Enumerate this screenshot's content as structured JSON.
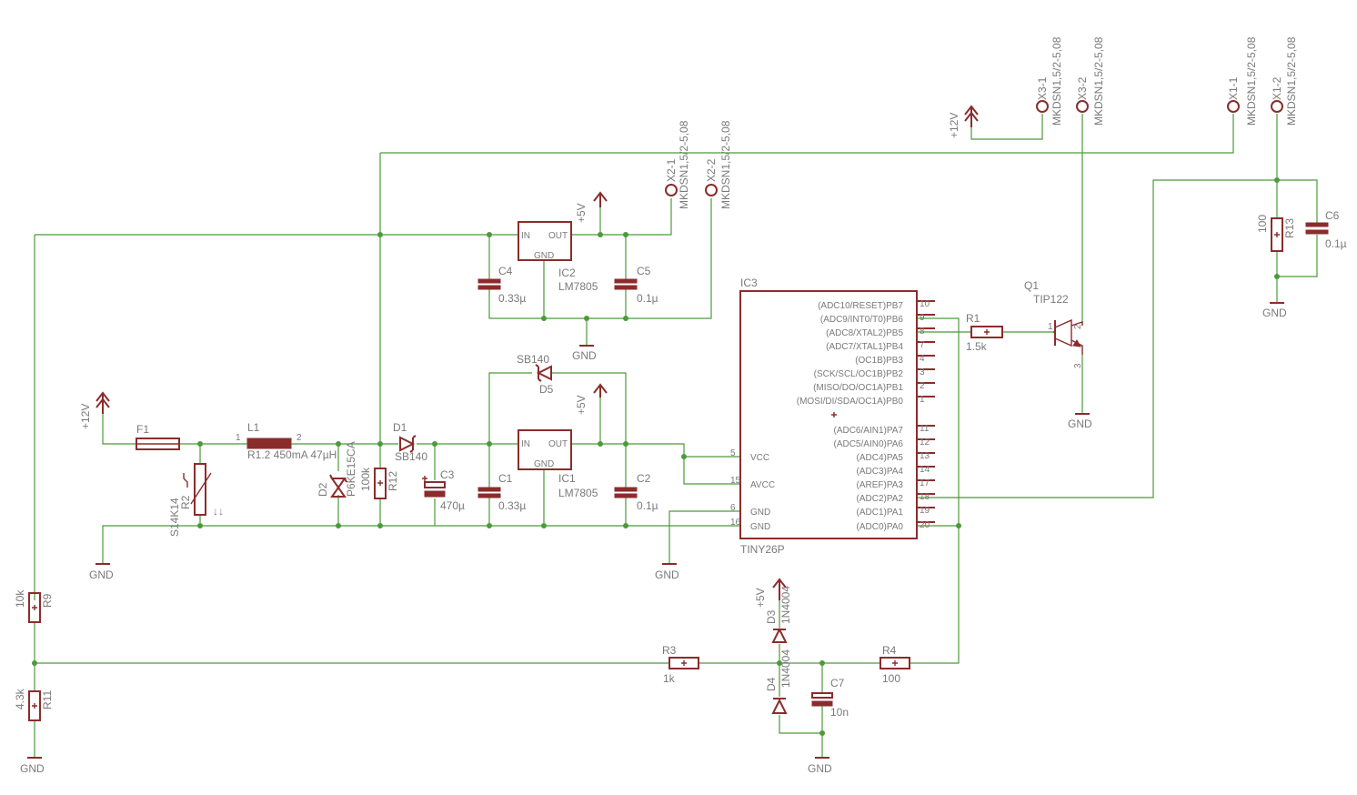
{
  "colors": {
    "wire": "#4c9a3a",
    "symbol": "#8b2c2c",
    "text": "#7a7a7a",
    "background": "#ffffff"
  },
  "connectors": {
    "x3_1": {
      "name": "X3-1",
      "value": "MKDSN1,5/2-5,08"
    },
    "x3_2": {
      "name": "X3-2",
      "value": "MKDSN1,5/2-5,08"
    },
    "x1_1": {
      "name": "X1-1",
      "value": "MKDSN1,5/2-5,08"
    },
    "x1_2": {
      "name": "X1-2",
      "value": "MKDSN1,5/2-5,08"
    },
    "x2_1": {
      "name": "X2-1",
      "value": "MKDSN1,5/2-5,08"
    },
    "x2_2": {
      "name": "X2-2",
      "value": "MKDSN1,5/2-5,08"
    }
  },
  "supplies": {
    "p12": "+12V",
    "p5": "+5V",
    "gnd": "GND"
  },
  "regulators": {
    "ic2": {
      "name": "IC2",
      "value": "LM7805"
    },
    "ic1": {
      "name": "IC1",
      "value": "LM7805"
    },
    "pins": {
      "in": "IN",
      "out": "OUT",
      "gnd": "GND"
    }
  },
  "mcu": {
    "name": "IC3",
    "value": "TINY26P",
    "pins_right": [
      {
        "label": "(ADC10/RESET)PB7",
        "num": "10"
      },
      {
        "label": "(ADC9/INT0/T0)PB6",
        "num": "9"
      },
      {
        "label": "(ADC8/XTAL2)PB5",
        "num": "8"
      },
      {
        "label": "(ADC7/XTAL1)PB4",
        "num": "7"
      },
      {
        "label": "(OC1B)PB3",
        "num": "4"
      },
      {
        "label": "(SCK/SCL/OC1B)PB2",
        "num": "3"
      },
      {
        "label": "(MISO/DO/OC1A)PB1",
        "num": "2"
      },
      {
        "label": "(MOSI/DI/SDA/OC1A)PB0",
        "num": "1"
      },
      {
        "label": "(ADC6/AIN1)PA7",
        "num": "11"
      },
      {
        "label": "(ADC5/AIN0)PA6",
        "num": "12"
      },
      {
        "label": "(ADC4)PA5",
        "num": "13"
      },
      {
        "label": "(ADC3)PA4",
        "num": "14"
      },
      {
        "label": "(AREF)PA3",
        "num": "17"
      },
      {
        "label": "(ADC2)PA2",
        "num": "18"
      },
      {
        "label": "(ADC1)PA1",
        "num": "19"
      },
      {
        "label": "(ADC0)PA0",
        "num": "20"
      }
    ],
    "pins_left": [
      {
        "label": "VCC",
        "num": "5"
      },
      {
        "label": "AVCC",
        "num": "15"
      },
      {
        "label": "GND",
        "num": "6"
      },
      {
        "label": "GND",
        "num": "16"
      }
    ]
  },
  "transistor": {
    "name": "Q1",
    "value": "TIP122",
    "pin1": "1",
    "pin2": "2",
    "pin3": "3"
  },
  "resistors": {
    "r1": {
      "name": "R1",
      "value": "1.5k"
    },
    "r3": {
      "name": "R3",
      "value": "1k"
    },
    "r4": {
      "name": "R4",
      "value": "100"
    },
    "r9": {
      "name": "R9",
      "value": "10k"
    },
    "r11": {
      "name": "R11",
      "value": "4.3k"
    },
    "r12": {
      "name": "R12",
      "value": "100k"
    },
    "r13": {
      "name": "R13",
      "value": "100"
    },
    "r2": {
      "name": "R2",
      "value": "S14K14"
    }
  },
  "capacitors": {
    "c1": {
      "name": "C1",
      "value": "0.33µ"
    },
    "c2": {
      "name": "C2",
      "value": "0.1µ"
    },
    "c3": {
      "name": "C3",
      "value": "470µ"
    },
    "c4": {
      "name": "C4",
      "value": "0.33µ"
    },
    "c5": {
      "name": "C5",
      "value": "0.1µ"
    },
    "c6": {
      "name": "C6",
      "value": "0.1µ"
    },
    "c7": {
      "name": "C7",
      "value": "10n"
    }
  },
  "diodes": {
    "d1": {
      "name": "D1",
      "value": "SB140"
    },
    "d2": {
      "name": "D2",
      "value": "P6KE15CA"
    },
    "d3": {
      "name": "D3",
      "value": "1N4004"
    },
    "d4": {
      "name": "D4",
      "value": "1N4004"
    },
    "d5": {
      "name": "D5",
      "value": "SB140"
    }
  },
  "fuse": {
    "name": "F1"
  },
  "inductor": {
    "name": "L1",
    "value": "R1.2 450mA 47µH",
    "pin1": "1",
    "pin2": "2"
  }
}
